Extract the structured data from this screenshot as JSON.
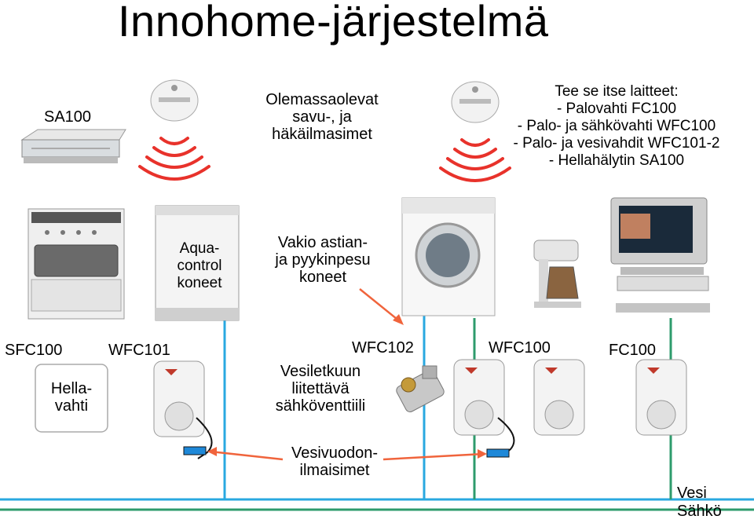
{
  "title": "Innohome-järjestelmä",
  "labels": {
    "sa100_top": "SA100",
    "existing_alarms": [
      "Olemassaolevat",
      "savu-, ja",
      "häkäilmasimet"
    ],
    "diy_devices": [
      "Tee se itse laitteet:",
      "- Palovahti FC100",
      "- Palo- ja sähkövahti WFC100",
      "- Palo- ja vesivahdit WFC101-2",
      "- Hellahälytin SA100"
    ],
    "aquacontrol": [
      "Aqua-",
      "control",
      "koneet"
    ],
    "standard_machines": [
      "Vakio astian-",
      "ja pyykinpesu",
      "koneet"
    ],
    "sfc100": "SFC100",
    "wfc101": "WFC101",
    "wfc102": "WFC102",
    "wfc100": "WFC100",
    "fc100": "FC100",
    "hellavahti": [
      "Hella-",
      "vahti"
    ],
    "valve": [
      "Vesiletkuun",
      "liitettävä",
      "sähköventtiili"
    ],
    "leak_detectors": [
      "Vesivuodon-",
      "ilmaisimet"
    ],
    "water": "Vesi",
    "electricity": "Sähkö"
  },
  "colors": {
    "blue_line": "#29a8e0",
    "green_line": "#2e9b6c",
    "red_signal": "#e8322b",
    "arrow": "#f0643c",
    "sensor_blue": "#1e88d8"
  }
}
